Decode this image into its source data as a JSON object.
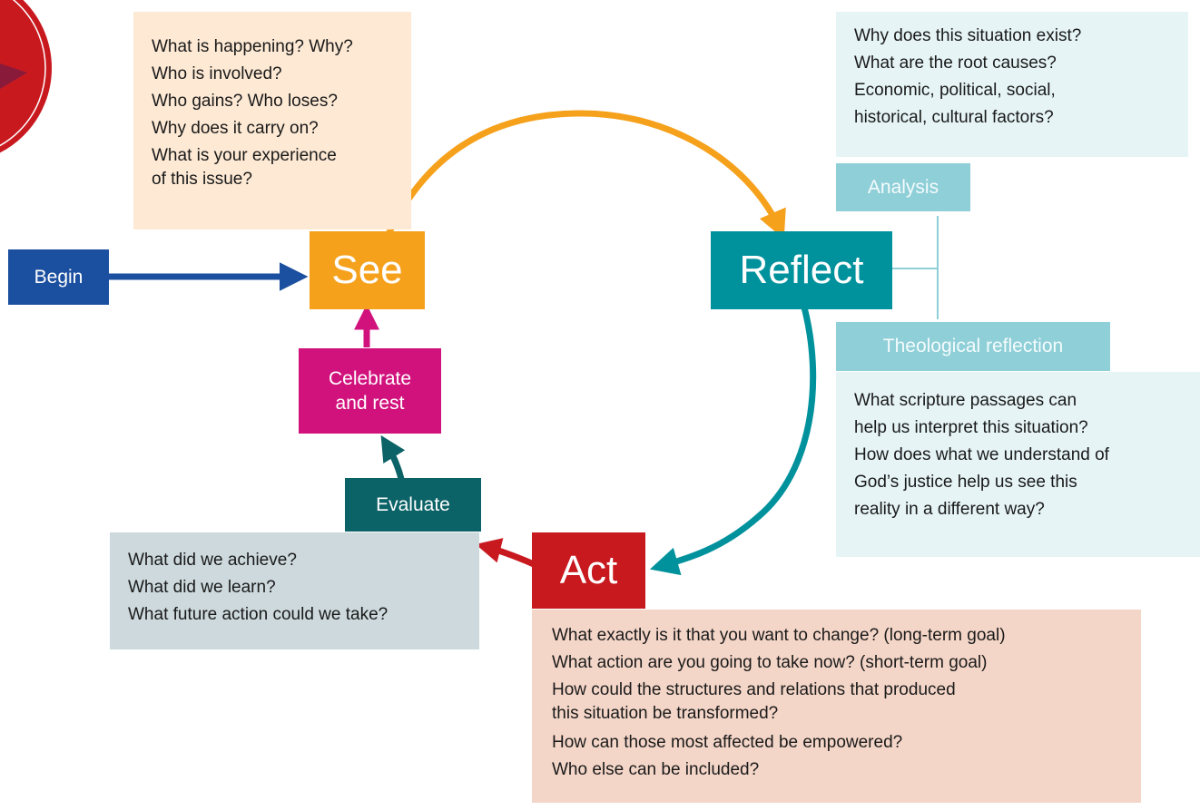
{
  "colors": {
    "see": "#f5a11c",
    "reflect": "#00929c",
    "act": "#c8191f",
    "begin": "#1b4f9f",
    "celebrate": "#d1127d",
    "evaluate": "#0b6267",
    "analysis": "#8fcfd8",
    "see_questions_bg": "#fde9d4",
    "reflect_questions_bg": "#e6f4f6",
    "act_questions_bg": "#f4d6c8",
    "evaluate_questions_bg": "#cdd9dd"
  },
  "stages": {
    "begin": "Begin",
    "see": "See",
    "reflect": "Reflect",
    "act": "Act",
    "celebrate": [
      "Celebrate",
      "and rest"
    ],
    "evaluate": "Evaluate",
    "analysis": "Analysis",
    "theological": "Theological reflection"
  },
  "see_questions": [
    "What is happening? Why?",
    "Who is involved?",
    "Who gains? Who loses?",
    "Why does it carry on?",
    "What is your experience",
    "of this issue?"
  ],
  "analysis_questions": [
    "Why does this situation exist?",
    "What are the root causes?",
    "Economic, political, social,",
    "historical, cultural factors?"
  ],
  "theology_questions": [
    "What scripture passages can",
    "help us interpret this situation?",
    "How does what we understand of",
    "God’s justice help us see this",
    "reality in a different way?"
  ],
  "evaluate_questions": [
    "What did we achieve?",
    "What did we learn?",
    "What future action could we take?"
  ],
  "act_questions": [
    "What exactly is it that you want to change? (long-term goal)",
    "What action are you going to take now? (short-term goal)",
    "How could the structures and relations that produced",
    "this situation be transformed?",
    "How can those most affected be empowered?",
    "Who else can be included?"
  ],
  "icons": {
    "logo": "red-circle-logo",
    "cycle_arrows": "curved-arrow"
  }
}
